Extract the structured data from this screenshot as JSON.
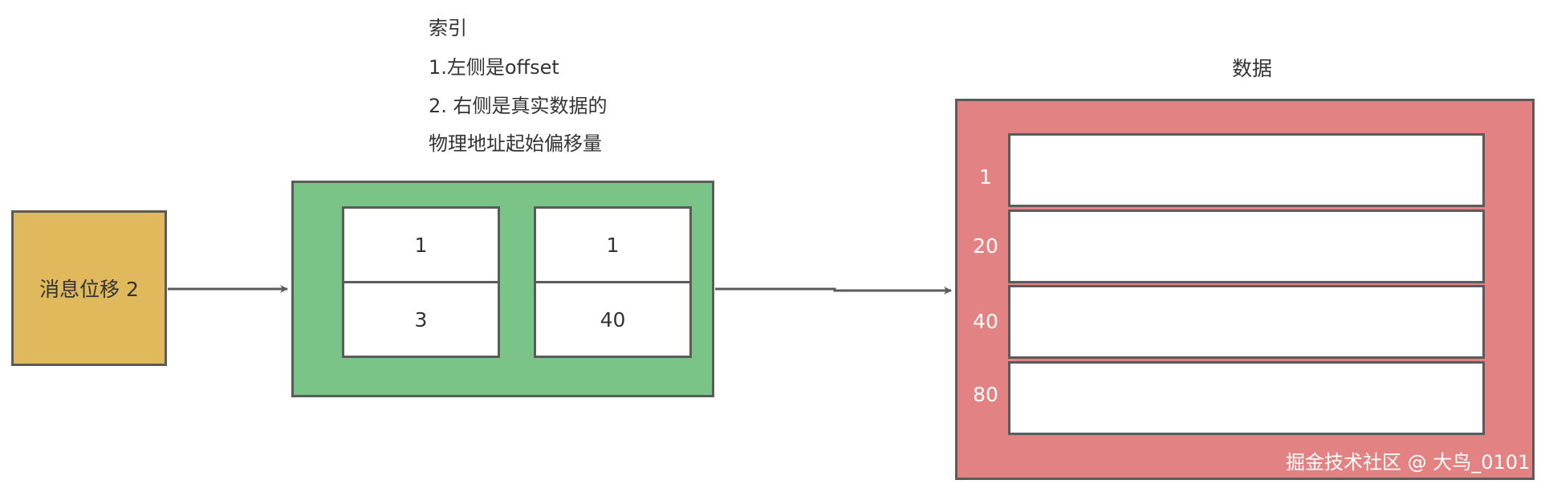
{
  "index_notes": {
    "title": "索引",
    "line1": "1.左侧是offset",
    "line2": "2. 右侧是真实数据的",
    "line3": "物理地址起始偏移量"
  },
  "message": {
    "label": "消息位移 2"
  },
  "index_table": {
    "rows": [
      {
        "offset": "1",
        "position": "1"
      },
      {
        "offset": "3",
        "position": "40"
      }
    ]
  },
  "data_block": {
    "title": "数据",
    "rows": [
      {
        "offset": "1"
      },
      {
        "offset": "20"
      },
      {
        "offset": "40"
      },
      {
        "offset": "80"
      }
    ]
  },
  "watermark": "掘金技术社区 @ 大鸟_0101",
  "colors": {
    "message_fill": "#e0b95c",
    "index_fill": "#7bc487",
    "data_fill": "#e38282",
    "stroke": "#5b5b5b"
  }
}
